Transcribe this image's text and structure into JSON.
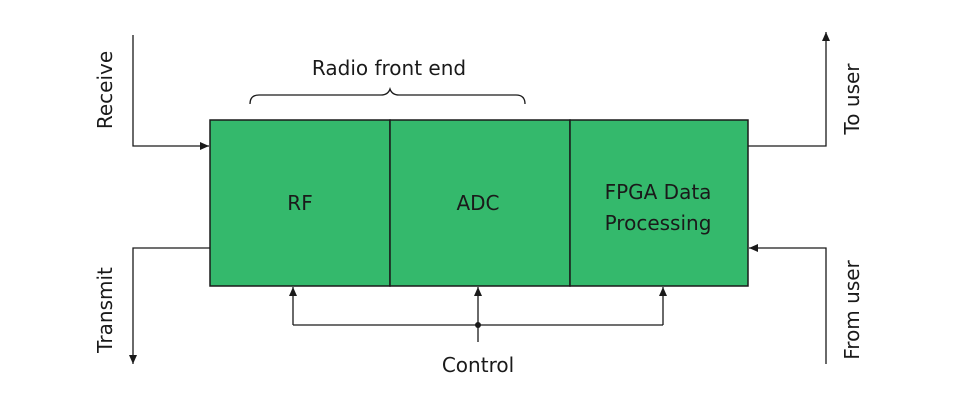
{
  "blocks": {
    "rf": "RF",
    "adc": "ADC",
    "fpga_line1": "FPGA Data",
    "fpga_line2": "Processing"
  },
  "labels": {
    "radio_front_end": "Radio front end",
    "receive": "Receive",
    "transmit": "Transmit",
    "to_user": "To user",
    "from_user": "From user",
    "control": "Control"
  },
  "colors": {
    "block_fill": "#34b96c",
    "stroke": "#1a1a1a"
  }
}
